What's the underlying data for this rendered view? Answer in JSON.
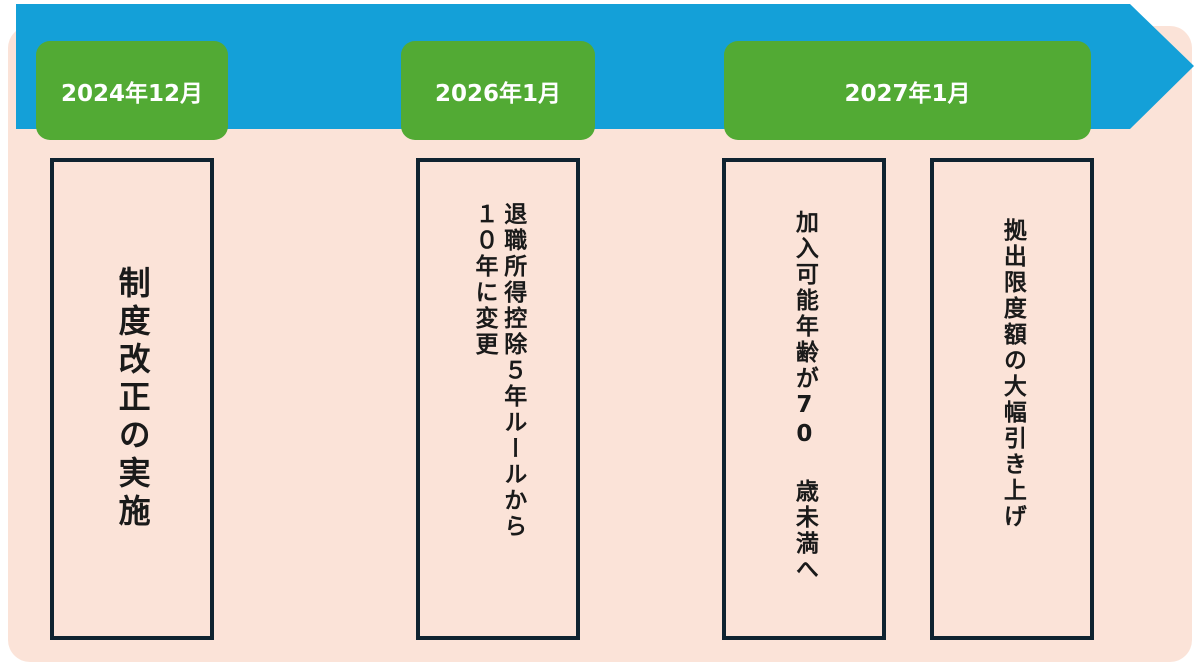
{
  "colors": {
    "arrow": "#14a0d8",
    "date_pill": "#52aa34",
    "panel_background": "#fbe3d8",
    "box_border": "#0f2330"
  },
  "timeline": {
    "dates": [
      "2024年12月",
      "2026年1月",
      "2027年1月"
    ],
    "events": [
      "制度改正の実施",
      "退職所得控除５年ルールから\n１０年に変更",
      "加入可能年齢が70 歳未満へ",
      "拠出限度額の大幅引き上げ"
    ]
  }
}
